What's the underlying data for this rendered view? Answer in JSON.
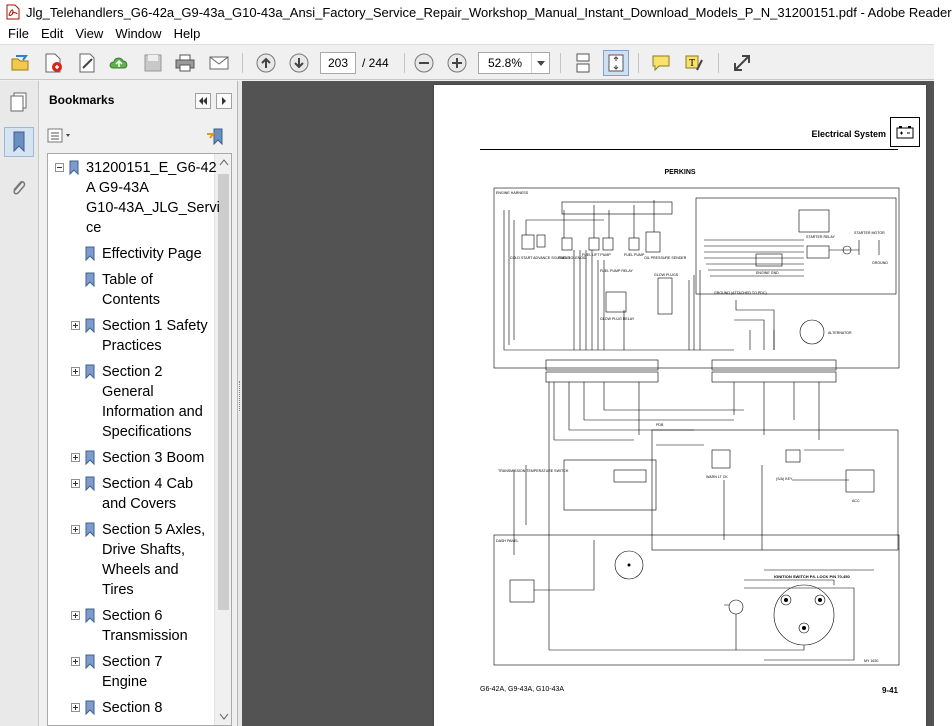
{
  "window": {
    "title": "Jlg_Telehandlers_G6-42a_G9-43a_G10-43a_Ansi_Factory_Service_Repair_Workshop_Manual_Instant_Download_Models_P_N_31200151.pdf - Adobe Reader"
  },
  "menu": {
    "file": "File",
    "edit": "Edit",
    "view": "View",
    "window": "Window",
    "help": "Help"
  },
  "toolbar": {
    "current_page": "203",
    "page_total": "/ 244",
    "zoom": "52.8%"
  },
  "bookmarks": {
    "title": "Bookmarks",
    "items": [
      {
        "lines": [
          "31200151_E_G6-42",
          "A G9-43A",
          "G10-43A_JLG_Servi",
          "ce"
        ]
      },
      {
        "lines": [
          "Effectivity Page"
        ]
      },
      {
        "lines": [
          "Table of",
          "Contents"
        ]
      },
      {
        "lines": [
          "Section 1 Safety",
          "Practices"
        ]
      },
      {
        "lines": [
          "Section 2",
          "General",
          "Information and",
          "Specifications"
        ]
      },
      {
        "lines": [
          "Section 3 Boom"
        ]
      },
      {
        "lines": [
          "Section 4 Cab",
          "and Covers"
        ]
      },
      {
        "lines": [
          "Section 5 Axles,",
          "Drive Shafts,",
          "Wheels and",
          "Tires"
        ]
      },
      {
        "lines": [
          "Section 6",
          "Transmission"
        ]
      },
      {
        "lines": [
          "Section 7",
          "Engine"
        ]
      },
      {
        "lines": [
          "Section 8"
        ]
      }
    ]
  },
  "page": {
    "header": "Electrical System",
    "diagram_title": "PERKINS",
    "footer_models": "G6-42A, G9-43A, G10-43A",
    "footer_page": "9-41",
    "labels": {
      "engine_harness": "ENGINE HARNESS",
      "cold_start": "COLD START ADVANCE SOLENOID",
      "fuel_solenoid": "FUEL SOLENOID",
      "fuel_lift_pump": "FUEL LIFT PUMP",
      "fuel_pump": "FUEL PUMP",
      "oil_pressure": "OIL PRESSURE SENDER",
      "fuel_pump_relay": "FUEL PUMP RELAY",
      "glow_plugs": "GLOW PLUGS",
      "glow_plug_relay": "GLOW PLUG RELAY",
      "ground": "GROUND (ATTACHED TO PDC)",
      "engine_gnd": "ENGINE GND",
      "starter_relay": "STARTER RELAY",
      "starter_motor": "STARTER MOTOR",
      "ground2": "GROUND",
      "alternator": "ALTERNATOR",
      "pdb": "PDB",
      "trans_temp": "TRANSMISSION TEMPERATURE SWITCH",
      "warn": "WARN LT CK",
      "key": "(S/A) KEY",
      "acc": "ACC",
      "cab_panel": "DASH PANEL",
      "ignition": "IGNITION SWITCH P/L LOCK P/N 70-450",
      "my_code": "MY 1630"
    }
  }
}
